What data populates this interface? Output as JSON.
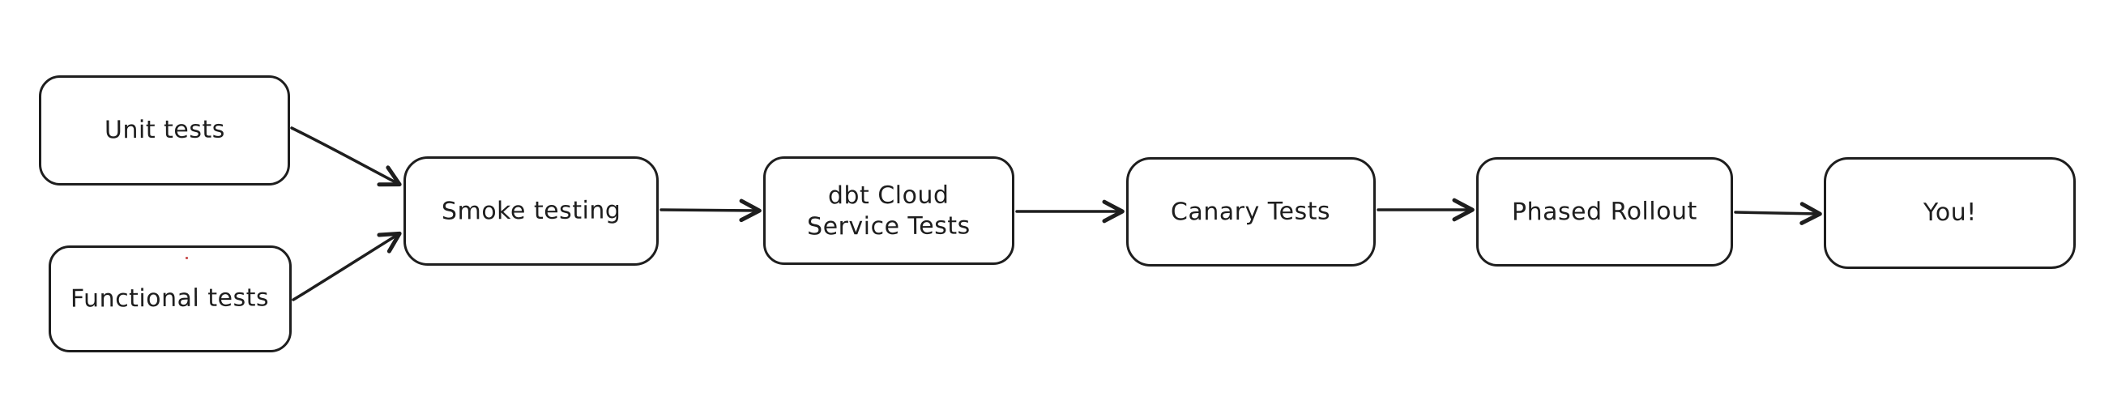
{
  "diagram": {
    "title": "Release testing pipeline flowchart",
    "background_color": "#ffffff",
    "stroke_color": "#1e1e1e",
    "node_fill_color": "#ffffff",
    "stray_dot_color": "#c94f4f",
    "nodes": [
      {
        "id": "unit-tests",
        "label": "Unit tests"
      },
      {
        "id": "functional-tests",
        "label": "Functional tests"
      },
      {
        "id": "smoke-testing",
        "label": "Smoke testing"
      },
      {
        "id": "dbt-cloud-service-tests",
        "label": "dbt Cloud\nService Tests"
      },
      {
        "id": "canary-tests",
        "label": "Canary Tests"
      },
      {
        "id": "phased-rollout",
        "label": "Phased Rollout"
      },
      {
        "id": "you",
        "label": "You!"
      }
    ],
    "edges": [
      {
        "from": "unit-tests",
        "to": "smoke-testing"
      },
      {
        "from": "functional-tests",
        "to": "smoke-testing"
      },
      {
        "from": "smoke-testing",
        "to": "dbt-cloud-service-tests"
      },
      {
        "from": "dbt-cloud-service-tests",
        "to": "canary-tests"
      },
      {
        "from": "canary-tests",
        "to": "phased-rollout"
      },
      {
        "from": "phased-rollout",
        "to": "you"
      }
    ]
  }
}
